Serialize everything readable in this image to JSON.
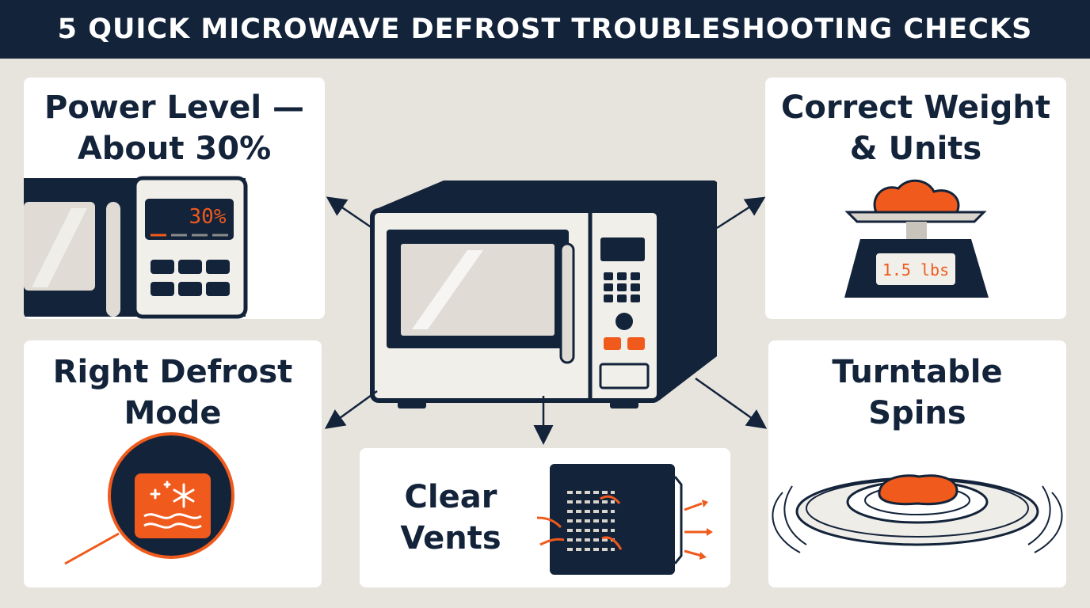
{
  "title": "5 QUICK MICROWAVE DEFROST TROUBLESHOOTING CHECKS",
  "colors": {
    "navy": "#13233a",
    "orange": "#f05a1c",
    "background": "#e7e4de",
    "panel": "#ffffff"
  },
  "checks": {
    "power_level": {
      "title": "Power Level —\nAbout 30%",
      "display": "30%",
      "icon": "microwave-control-panel-icon"
    },
    "correct_weight": {
      "title": "Correct Weight\n& Units",
      "display": "1.5 lbs",
      "icon": "kitchen-scale-icon"
    },
    "defrost_mode": {
      "title": "Right Defrost\nMode",
      "icon": "defrost-snowflake-icon"
    },
    "clear_vents": {
      "title": "Clear\nVents",
      "icon": "vent-airflow-icon"
    },
    "turntable": {
      "title": "Turntable\nSpins",
      "icon": "turntable-plate-icon"
    }
  },
  "center_icon": "microwave-icon"
}
